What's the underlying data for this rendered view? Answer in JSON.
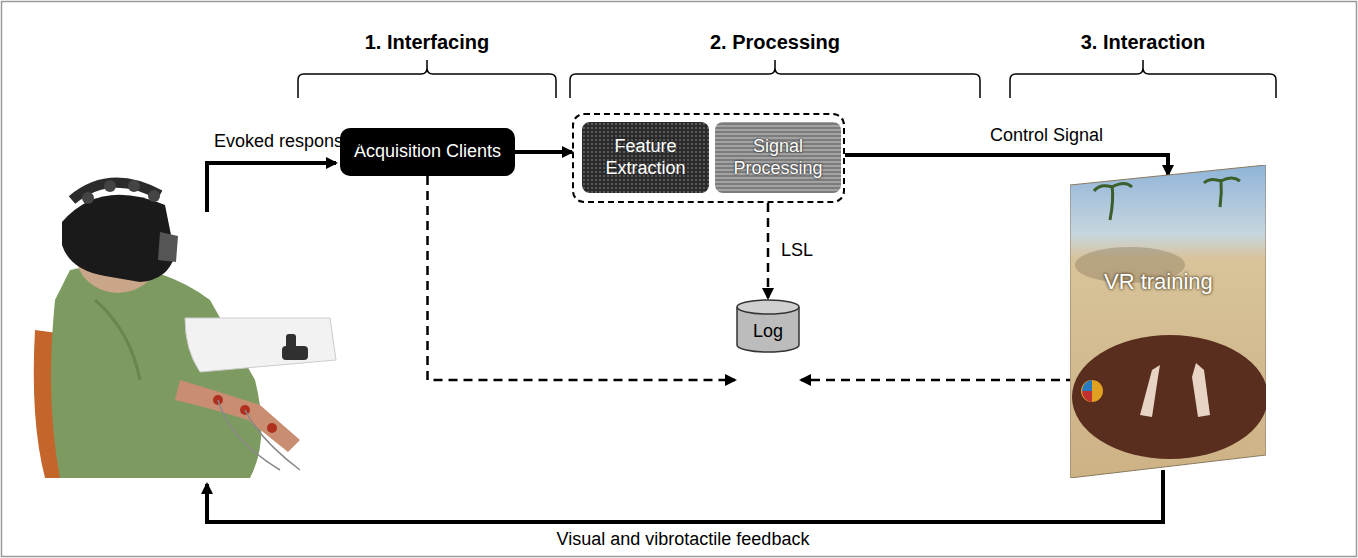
{
  "diagram": {
    "nodes": [
      {
        "text": [
          "Acquisition Clients"
        ]
      },
      {
        "text": []
      },
      {
        "text": [
          "Feature Extraction"
        ],
        "in": 1
      },
      {
        "text": [
          "Signal Processing"
        ],
        "in": 1
      },
      {
        "text": [
          "Log"
        ]
      },
      {
        "text": [
          "VR training"
        ]
      }
    ],
    "edges": [
      {
        "from": 0,
        "to": 1,
        "arrow": "to"
      },
      {
        "from": 1,
        "to": 5,
        "label": "Control Signal",
        "arrow": "to"
      },
      {
        "from": 1,
        "to": 4,
        "label": "LSL",
        "arrow": "to"
      },
      {
        "from": 0,
        "to": 4,
        "arrow": "to"
      },
      {
        "from": 5,
        "to": 4,
        "arrow": "to"
      }
    ],
    "labels": [
      "1. Interfacing",
      "2. Processing",
      "3. Interaction",
      "Evoked responses",
      "Visual and vibrotactile feedback"
    ]
  }
}
